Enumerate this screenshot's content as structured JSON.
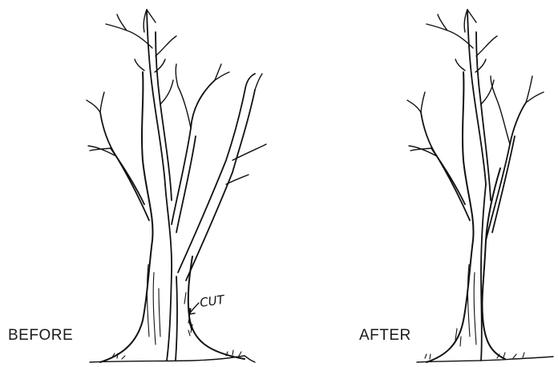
{
  "panels": {
    "before": {
      "label": "BEFORE"
    },
    "after": {
      "label": "AFTER"
    }
  },
  "annotations": {
    "cut_label": "CUT"
  },
  "colors": {
    "ink": "#111111",
    "background": "#ffffff"
  }
}
